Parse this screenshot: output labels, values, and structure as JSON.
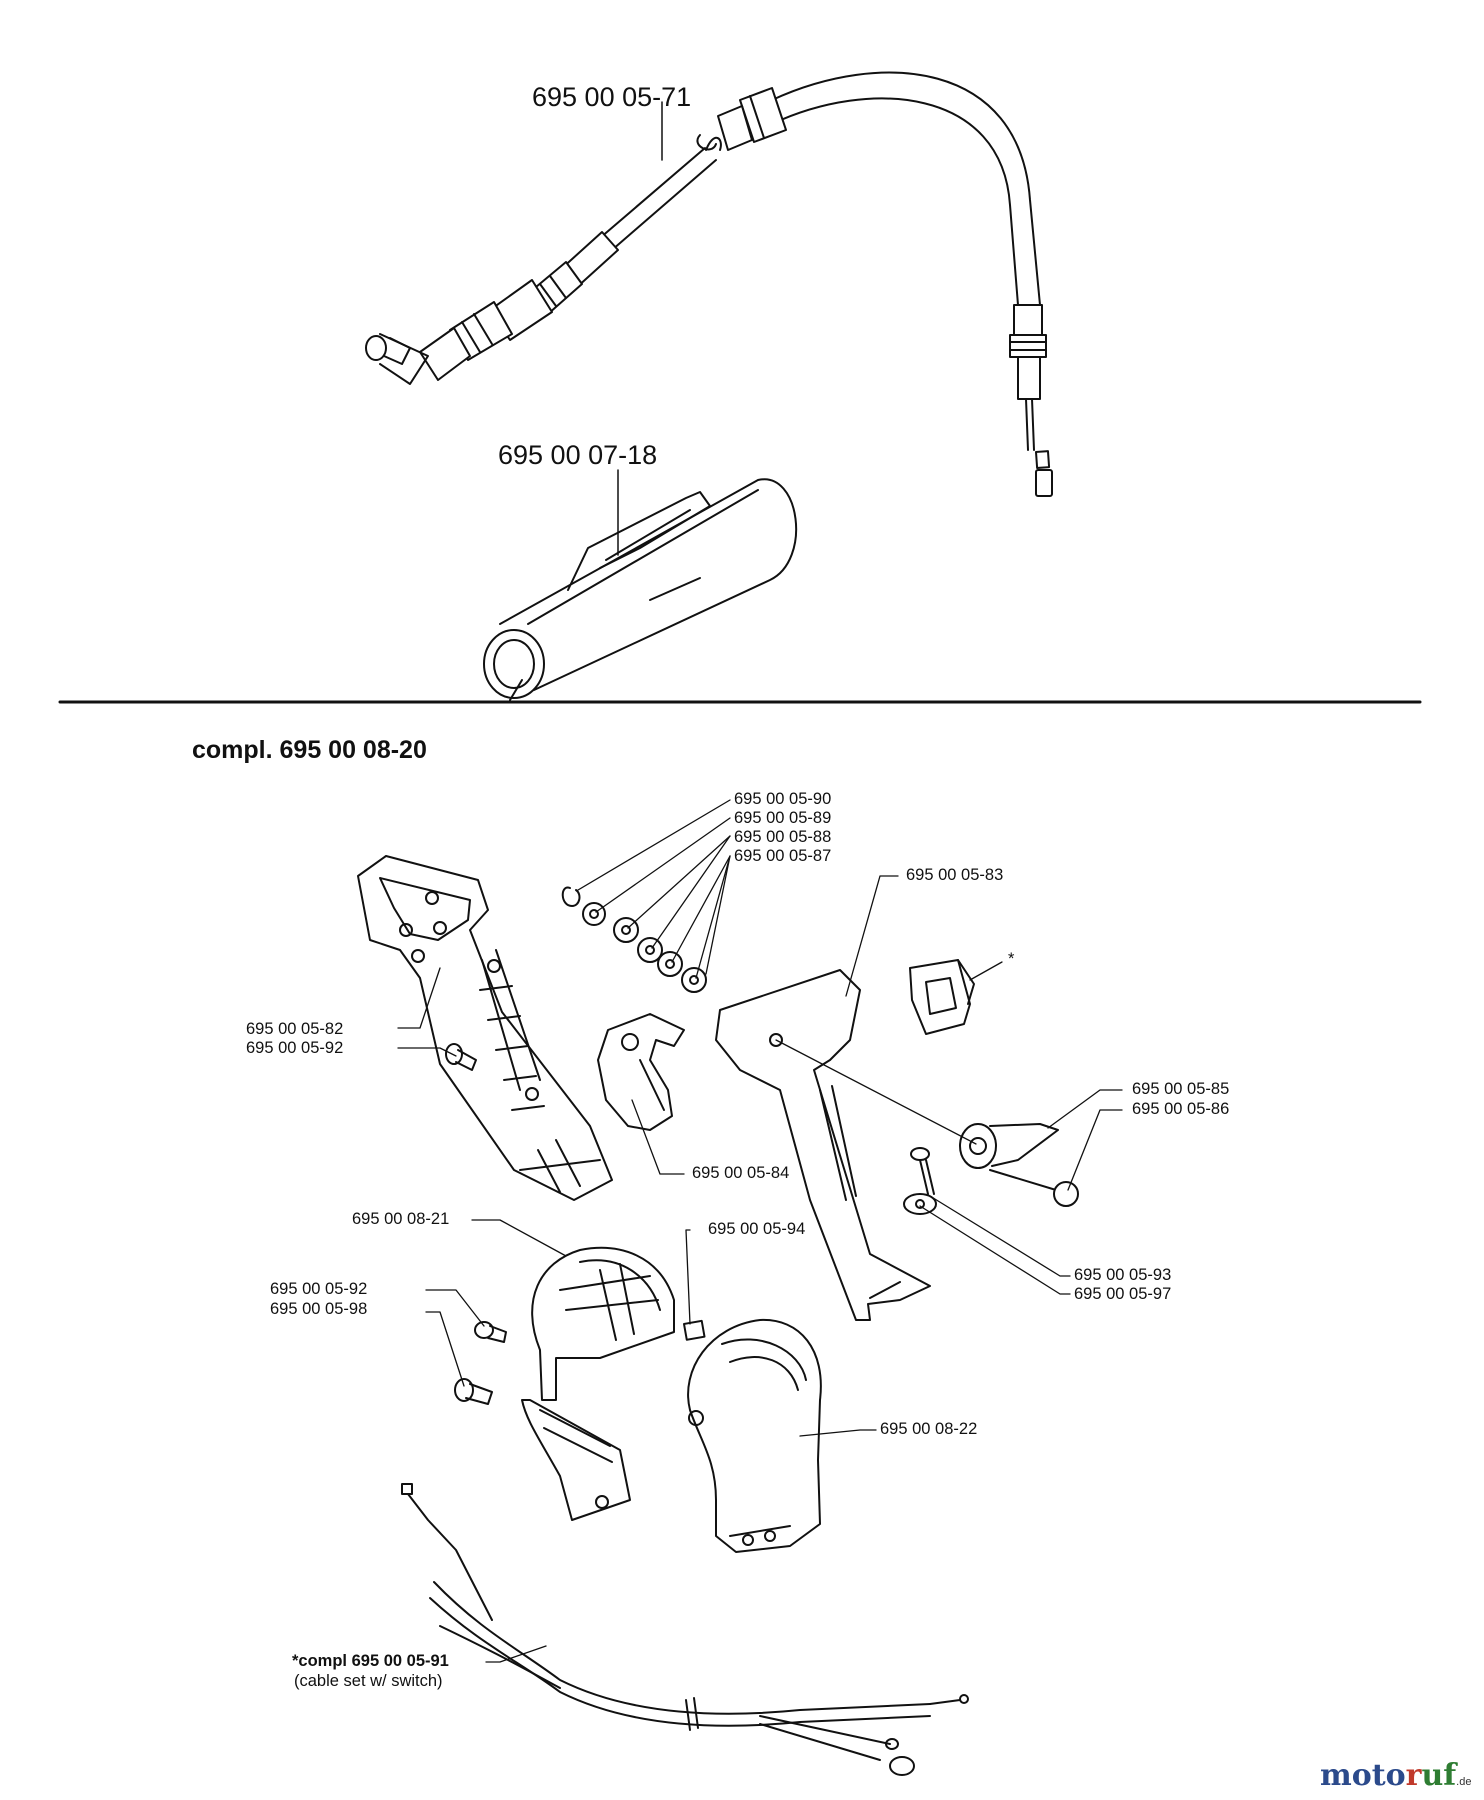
{
  "top_parts": {
    "throttle_cable": "695 00 05-71",
    "sleeve": "695 00 07-18"
  },
  "assembly": {
    "title": "compl. 695 00 08-20",
    "labels": {
      "p90": "695 00 05-90",
      "p89": "695 00 05-89",
      "p88": "695 00 05-88",
      "p87": "695 00 05-87",
      "p83": "695 00 05-83",
      "star": "*",
      "p82": "695 00 05-82",
      "p92a": "695 00 05-92",
      "p85": "695 00 05-85",
      "p86": "695 00 05-86",
      "p84": "695 00 05-84",
      "p94": "695 00 05-94",
      "p21": "695 00 08-21",
      "p93": "695 00 05-93",
      "p97": "695 00 05-97",
      "p92b": "695 00 05-92",
      "p98": "695 00 05-98",
      "p22": "695 00 08-22"
    },
    "cable_set": {
      "label": "*compl 695 00 05-91",
      "note": "(cable set w/ switch)"
    }
  },
  "watermark": {
    "part1": "moto",
    "part2": "r",
    "part3": "uf",
    "suffix": ".de"
  }
}
